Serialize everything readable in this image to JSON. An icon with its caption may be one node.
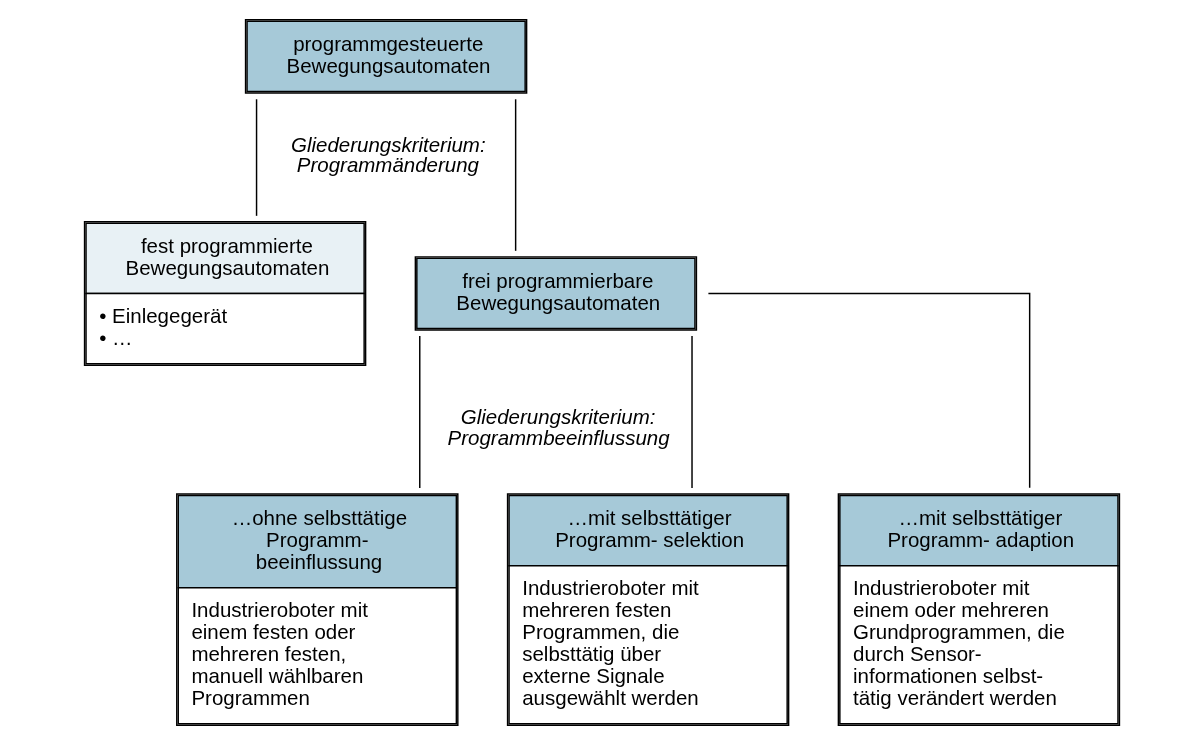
{
  "diagram": {
    "nodes": [
      {
        "text": [
          "programmgesteuerte Bewegungsautomaten"
        ]
      },
      {
        "text": [
          "fest programmierte Bewegungsautomaten",
          "• Einlegegerät",
          "• …"
        ]
      },
      {
        "text": [
          "frei programmierbare Bewegungsautomaten"
        ]
      },
      {
        "text": [
          "…ohne selbsttätige Programm- beeinflussung",
          "Industrieroboter mit einem festen oder mehreren festen, manuell wählbaren Programmen"
        ]
      },
      {
        "text": [
          "…mit selbsttätiger Programm- selektion",
          "Industrieroboter mit mehreren festen Programmen, die selbsttätig über externe Signale ausgewählt werden"
        ]
      },
      {
        "text": [
          "…mit selbsttätiger Programm- adaption",
          "Industrieroboter mit einem oder mehreren Grundprogrammen, die durch Sensor- informationen selbst- tätig verändert werden"
        ]
      }
    ],
    "edges": [
      {
        "from": 0,
        "to": 1,
        "arrow": "none"
      },
      {
        "from": 0,
        "to": 2,
        "arrow": "none"
      },
      {
        "from": 2,
        "to": 3,
        "arrow": "none"
      },
      {
        "from": 2,
        "to": 4,
        "arrow": "none"
      },
      {
        "from": 2,
        "to": 5,
        "arrow": "none"
      }
    ],
    "labels": [
      "Gliederungskriterium: Programmänderung",
      "Gliederungskriterium: Programmbeeinflussung"
    ]
  }
}
